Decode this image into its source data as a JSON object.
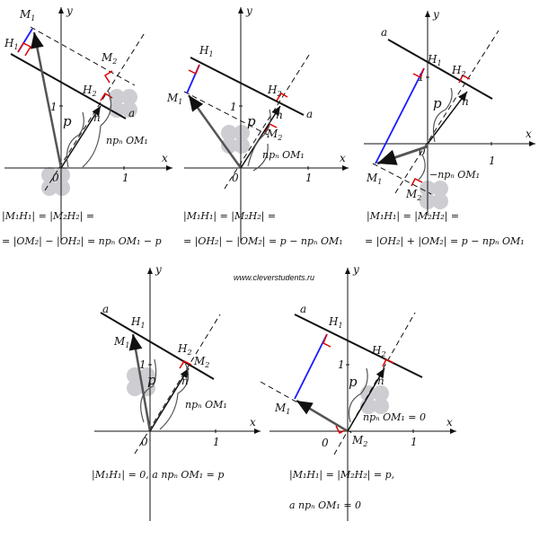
{
  "website": "www.cleverstudents.ru",
  "labels": {
    "x": "x",
    "y": "y",
    "zero": "0",
    "one": "1",
    "line": "a",
    "p": "p",
    "n": "n",
    "H": "H",
    "M": "M",
    "s1": "1",
    "s2": "2"
  },
  "panels": [
    {
      "eq1": "|M₁H₁| = |M₂H₂| =",
      "eq2": "= |OM₂| − |OH₂| = npₙ OM₁ − p",
      "proj": "npₙ OM₁"
    },
    {
      "eq1": "|M₁H₁| = |M₂H₂| =",
      "eq2": "= |OH₂| − |OM₂| = p − npₙ OM₁",
      "proj": "npₙ OM₁"
    },
    {
      "eq1": "|M₁H₁| = |M₂H₂| =",
      "eq2": "= |OH₂| + |OM₂| = p − npₙ OM₁",
      "proj": "−npₙ OM₁"
    },
    {
      "eq1": "|M₁H₁| = 0,   a   npₙ OM₁ = p",
      "proj": "npₙ OM₁"
    },
    {
      "eq1": "|M₁H₁| = |M₂H₂| = p,",
      "eq2": "a   npₙ OM₁ = 0",
      "proj": "npₙ OM₁ = 0"
    }
  ],
  "colors": {
    "perpendicular": "#1a1aff",
    "right_angle": "#e00000",
    "ink": "#111111",
    "watermark": "#b8b8c0"
  }
}
